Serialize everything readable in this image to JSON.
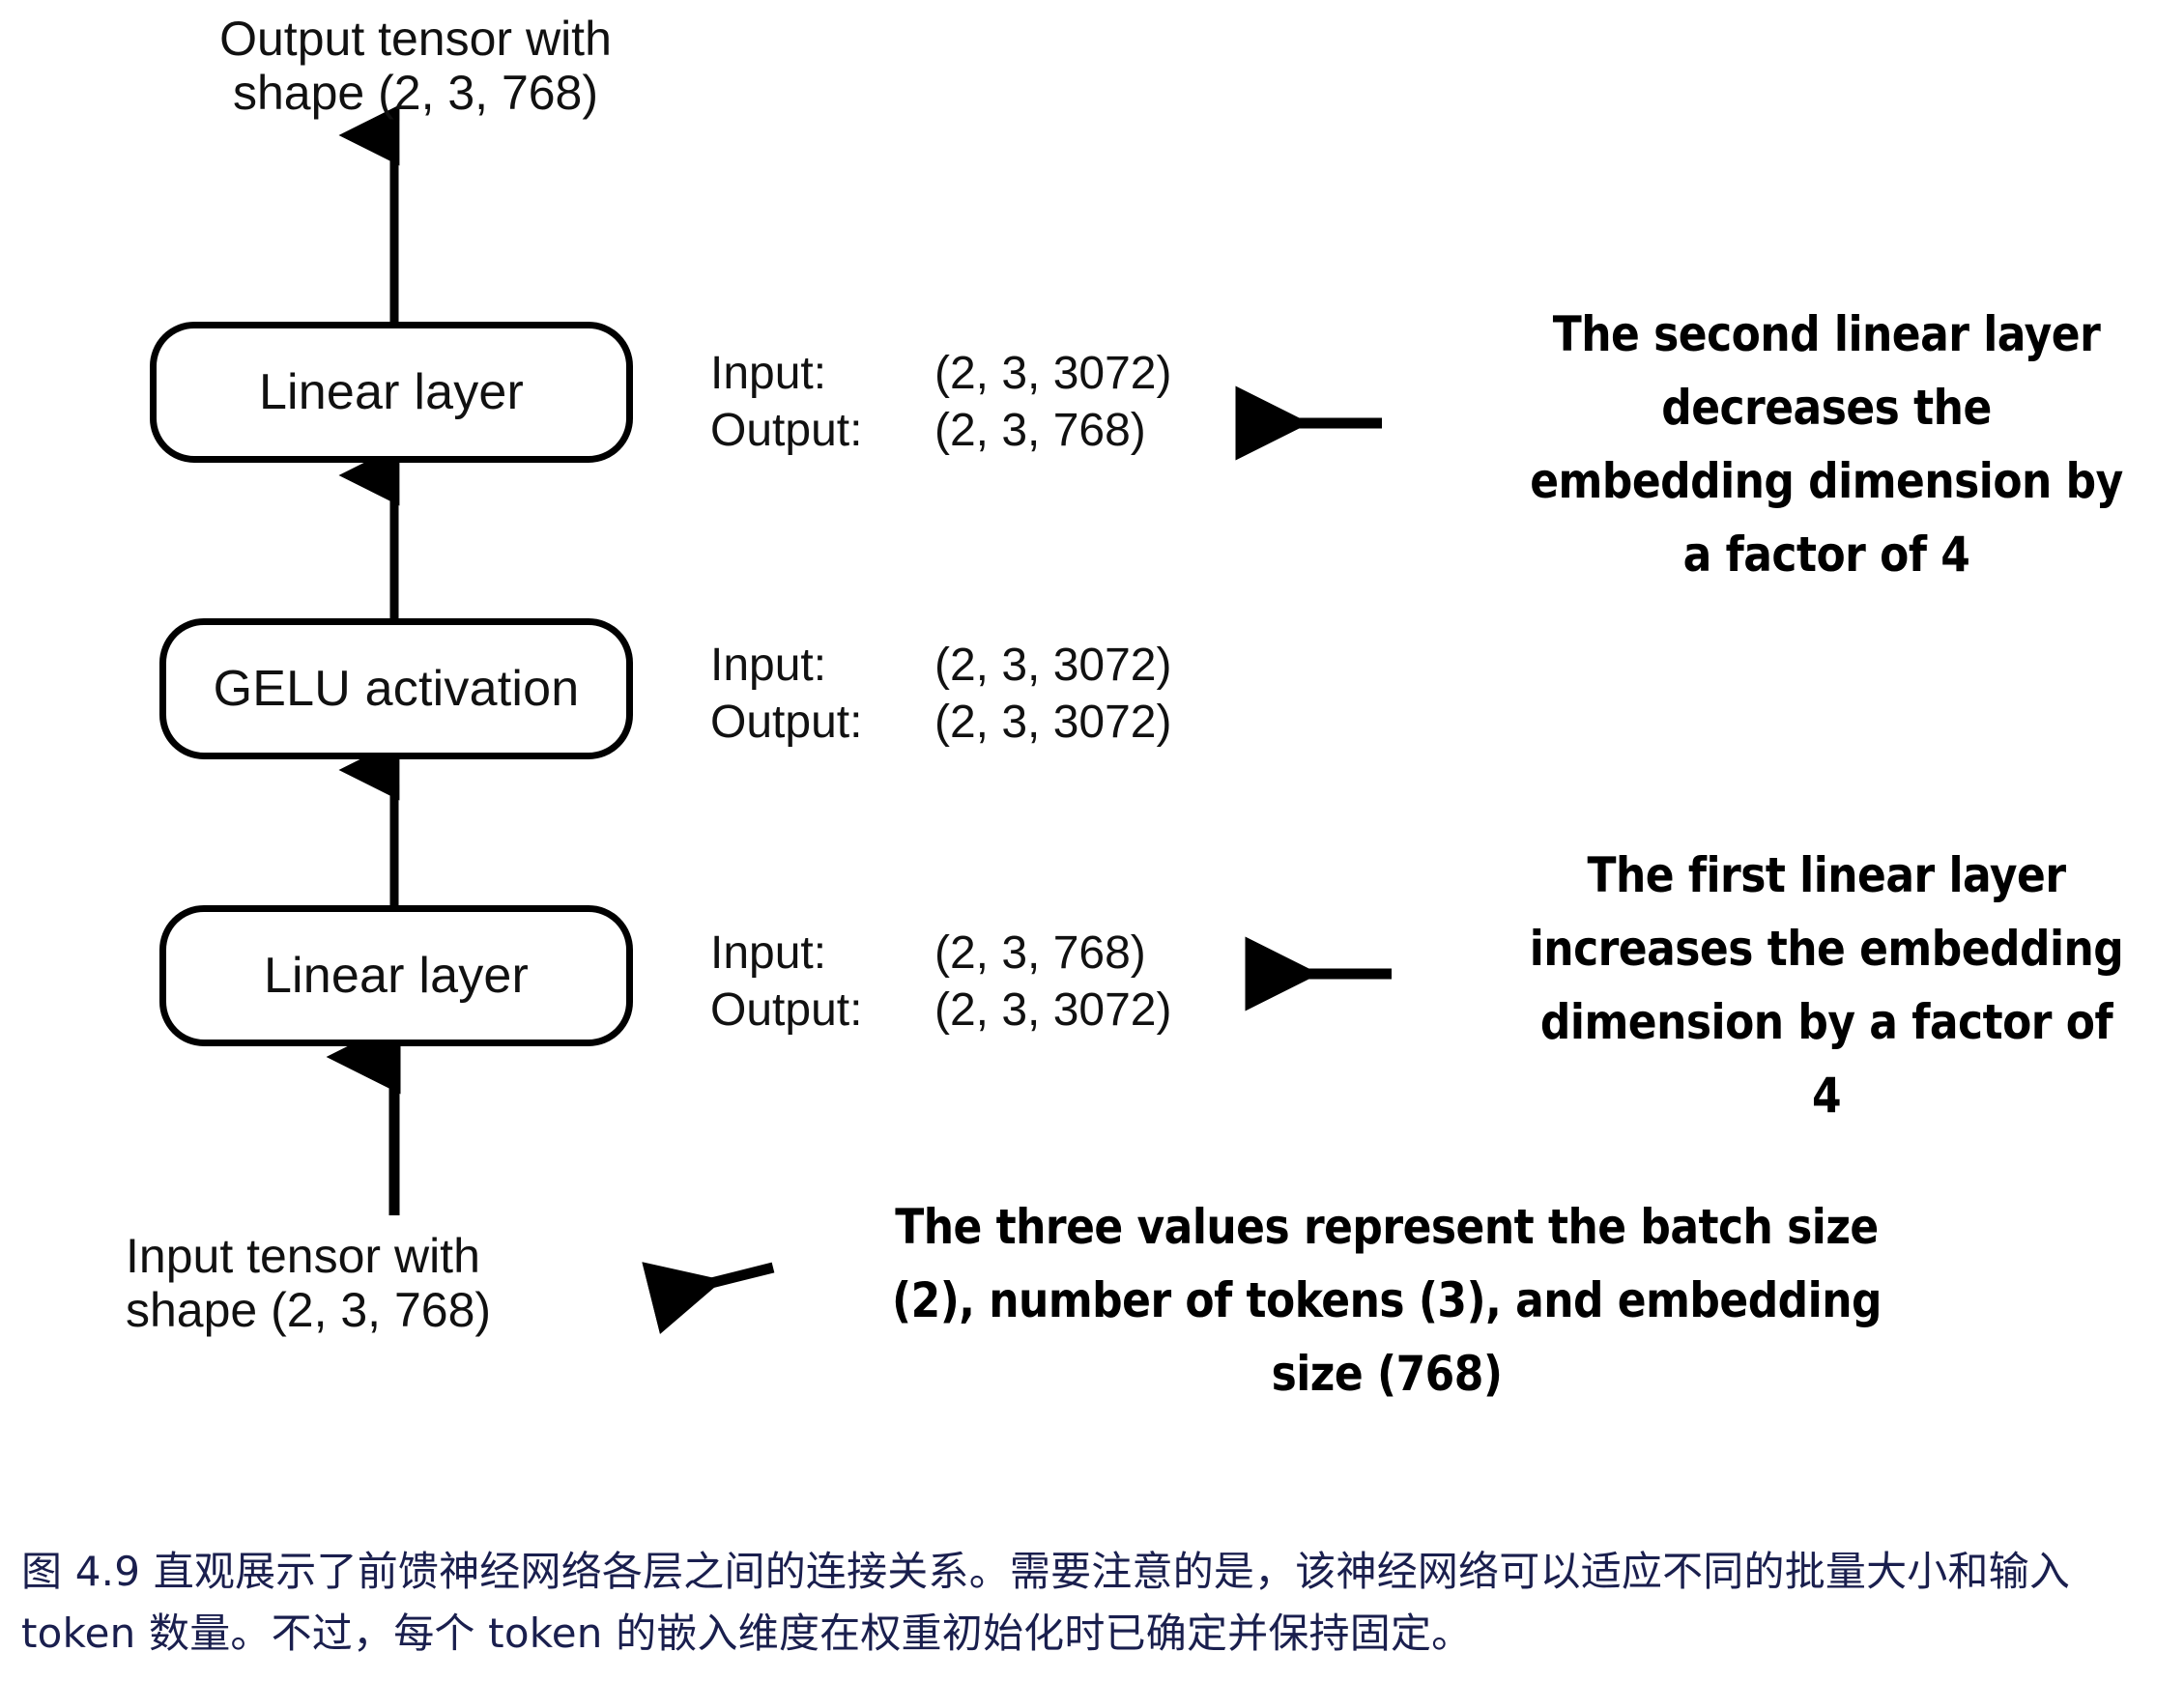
{
  "figure": {
    "top_label": "Output tensor with\nshape (2, 3, 768)",
    "bottom_label": "Input tensor with\nshape (2, 3, 768)"
  },
  "blocks": [
    {
      "id": "linear-2",
      "label": "Linear layer"
    },
    {
      "id": "gelu",
      "label": "GELU activation"
    },
    {
      "id": "linear-1",
      "label": "Linear layer"
    }
  ],
  "io_specs": {
    "linear_2": {
      "input_key": "Input:",
      "input_value": "(2, 3, 3072)",
      "output_key": "Output:",
      "output_value": "(2, 3, 768)"
    },
    "gelu": {
      "input_key": "Input:",
      "input_value": "(2, 3, 3072)",
      "output_key": "Output:",
      "output_value": "(2, 3, 3072)"
    },
    "linear_1": {
      "input_key": "Input:",
      "input_value": "(2, 3, 768)",
      "output_key": "Output:",
      "output_value": "(2, 3, 3072)"
    }
  },
  "callouts": {
    "second_linear": "The second linear layer decreases the embedding dimension by a factor of 4",
    "first_linear": "The first linear layer increases the embedding dimension by a factor of 4",
    "three_values": "The three values represent the batch size (2), number of tokens (3), and embedding size (768)"
  },
  "caption": "图 4.9 直观展示了前馈神经网络各层之间的连接关系。需要注意的是，该神经网络可以适应不同的批量大小和输入 token 数量。不过，每个 token 的嵌入维度在权重初始化时已确定并保持固定。",
  "colors": {
    "stroke": "#000000",
    "text": "#111111",
    "caption": "#1a1f4e",
    "background": "#ffffff"
  }
}
